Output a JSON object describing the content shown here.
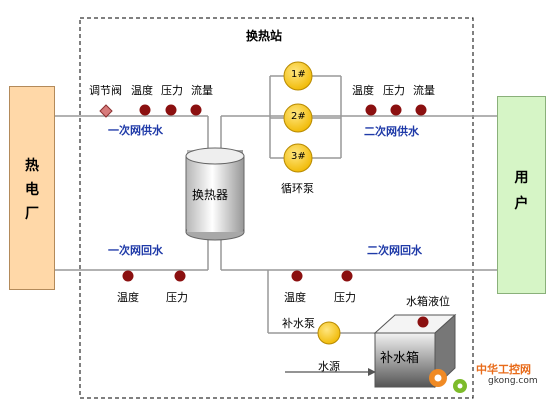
{
  "title": "换热站",
  "plant": [
    "热",
    "电",
    "厂"
  ],
  "user": [
    "用",
    "户"
  ],
  "top_left_labels": {
    "valve": "调节阀",
    "temp": "温度",
    "pressure": "压力",
    "flow": "流量"
  },
  "top_right_labels": {
    "temp": "温度",
    "pressure": "压力",
    "flow": "流量"
  },
  "primary_supply": "一次网供水",
  "secondary_supply": "二次网供水",
  "primary_return": "一次网回水",
  "secondary_return": "二次网回水",
  "exchanger": "换热器",
  "pumps": [
    "1#",
    "2#",
    "3#"
  ],
  "pump_label": "循环泵",
  "bottom_left_labels": {
    "temp": "温度",
    "pressure": "压力"
  },
  "bottom_right_labels": {
    "temp": "温度",
    "pressure": "压力"
  },
  "makeup_pump": "补水泵",
  "tank_level": "水箱液位",
  "tank": "补水箱",
  "water_source": "水源",
  "watermark": {
    "name": "中华工控网",
    "url": "gkong.com"
  },
  "colors": {
    "sensor": "#8b1010",
    "pump": "#f7c000",
    "valve": "#d77b7b",
    "plant": "#ffd8a8",
    "user": "#d6f5c6",
    "label_blue": "#1f3aa8"
  }
}
